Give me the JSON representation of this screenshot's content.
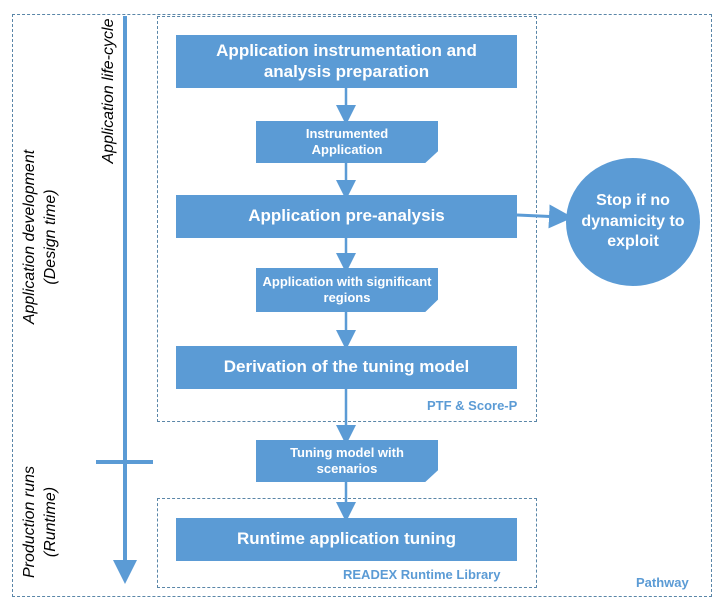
{
  "frame": {
    "label": "Pathway"
  },
  "design_box": {
    "label": "PTF & Score-P"
  },
  "runtime_box": {
    "label": "READEX Runtime Library"
  },
  "side_labels": {
    "lifecycle": "Application life-cycle",
    "development_line1": "Application development",
    "development_line2": "(Design time)",
    "production_line1": "Production runs",
    "production_line2": "(Runtime)"
  },
  "steps": {
    "instrumentation": "Application instrumentation and analysis preparation",
    "instrumented": "Instrumented Application",
    "pre_analysis": "Application pre-analysis",
    "significant": "Application with significant regions",
    "derivation": "Derivation of the tuning model",
    "tuning_model": "Tuning model with scenarios",
    "runtime_tuning": "Runtime application tuning"
  },
  "stop": {
    "text": "Stop if no dynamicity to exploit"
  },
  "colors": {
    "accent": "#5b9bd5",
    "dashed": "#5a86a8"
  }
}
